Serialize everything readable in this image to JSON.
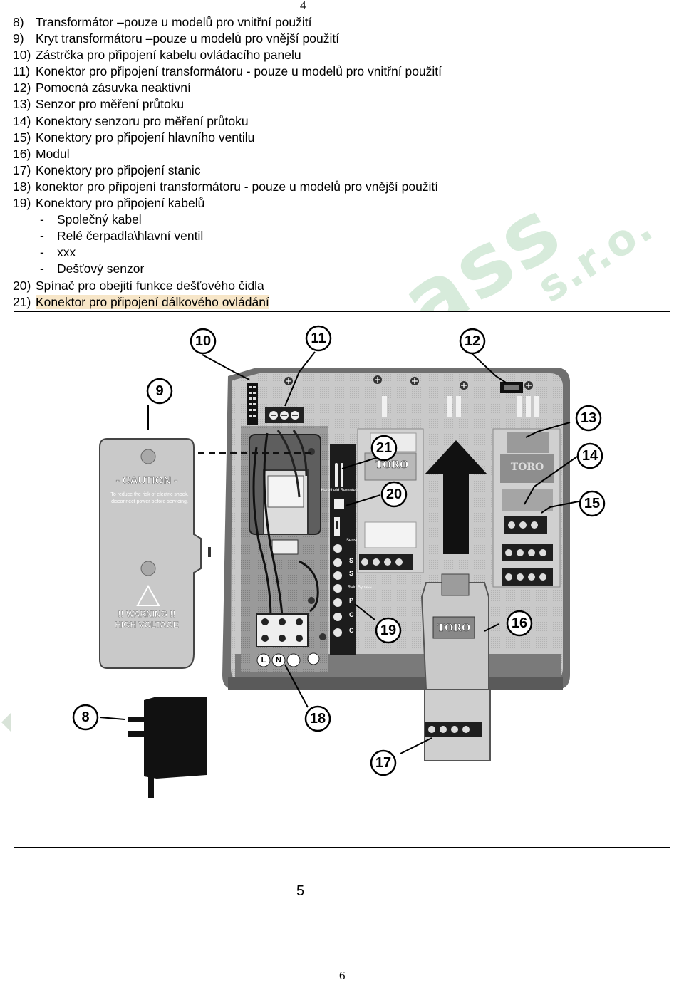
{
  "page_top_number": "4",
  "watermark": {
    "main": "ass",
    "sub": "s.r.o."
  },
  "list": [
    {
      "num": "8)",
      "text": "Transformátor –pouze u modelů pro vnitřní použití"
    },
    {
      "num": "9)",
      "text": "Kryt transformátoru –pouze u modelů pro vnější použití"
    },
    {
      "num": "10)",
      "text": "Zástrčka pro připojení kabelu ovládacího panelu"
    },
    {
      "num": "11)",
      "text": "Konektor pro připojení transformátoru - pouze u modelů pro vnitřní použití"
    },
    {
      "num": "12)",
      "text": "Pomocná zásuvka neaktivní"
    },
    {
      "num": "13)",
      "text": "Senzor pro měření průtoku"
    },
    {
      "num": "14)",
      "text": "Konektory senzoru pro měření průtoku"
    },
    {
      "num": "15)",
      "text": "Konektory pro připojení hlavního ventilu"
    },
    {
      "num": "16)",
      "text": "Modul"
    },
    {
      "num": "17)",
      "text": "Konektory pro připojení stanic"
    },
    {
      "num": "18)",
      "text": "konektor pro připojení transformátoru - pouze u modelů pro vnější použití"
    },
    {
      "num": "19)",
      "text": "Konektory pro připojení kabelů"
    }
  ],
  "sublist": [
    {
      "dash": "-",
      "text": "Společný kabel"
    },
    {
      "dash": "-",
      "text": "Relé čerpadla\\hlavní ventil"
    },
    {
      "dash": "-",
      "text": "xxx"
    },
    {
      "dash": "-",
      "text": "Dešťový senzor"
    }
  ],
  "list_tail": [
    {
      "num": "20)",
      "text": "Spínač pro obejití funkce dešťového čidla"
    },
    {
      "num": "21)",
      "text_a": "Konektor pro připojení dálkového ovl",
      "text_b": "ádání"
    }
  ],
  "figure": {
    "callouts": [
      "8",
      "9",
      "10",
      "11",
      "12",
      "13",
      "14",
      "15",
      "16",
      "17",
      "18",
      "19",
      "20",
      "21"
    ],
    "cover_text": {
      "caution": "- CAUTION -",
      "caution_line1": "To reduce the risk of electric shock,",
      "caution_line2": "disconnect power before servicing.",
      "warning": "!! WARNING !!",
      "voltage": "HIGH VOLTAGE"
    },
    "brand": "TORO",
    "panel_labels": {
      "remote": "Handheld Remote Port",
      "sensor": "Sensor Active",
      "terms": [
        "S",
        "S",
        "P",
        "C",
        "C"
      ],
      "rain": "Rain Bypass",
      "mains": [
        "L",
        "N"
      ]
    }
  },
  "page_bottom_number": "5",
  "page_footer_number": "6"
}
